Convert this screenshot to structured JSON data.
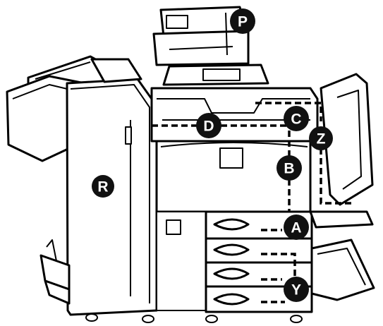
{
  "diagram": {
    "labels": {
      "P": "P",
      "R": "R",
      "D": "D",
      "C": "C",
      "Z": "Z",
      "B": "B",
      "A": "A",
      "Y": "Y"
    }
  }
}
